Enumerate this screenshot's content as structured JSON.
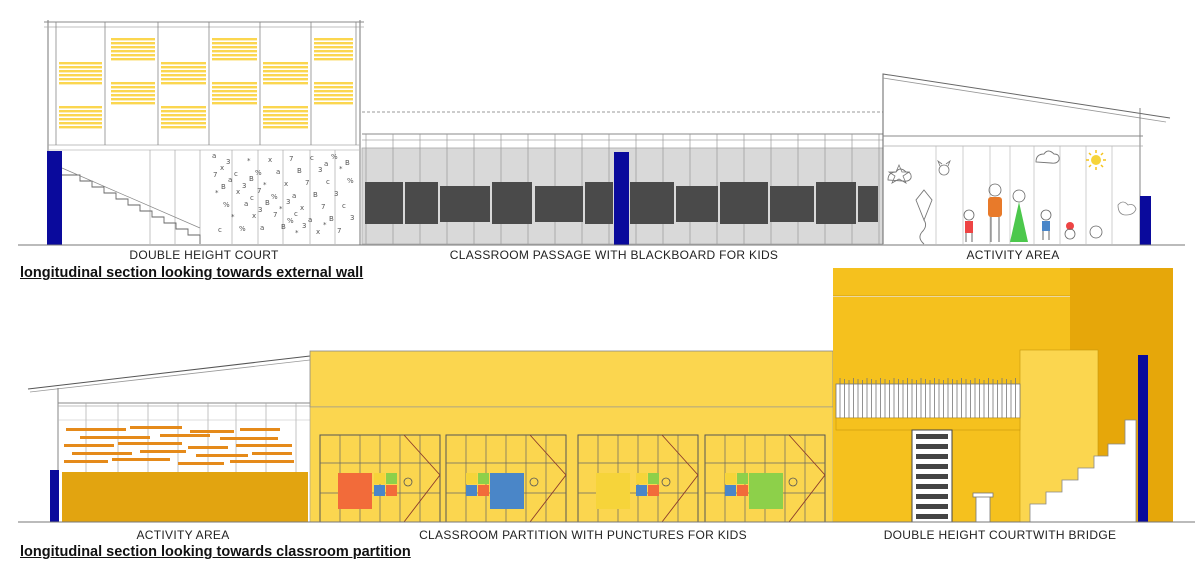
{
  "section1": {
    "title": "longitudinal section looking towards external wall",
    "labels": {
      "court": "DOUBLE HEIGHT COURT",
      "passage": "CLASSROOM PASSAGE WITH BLACKBOARD FOR KIDS",
      "activity": "ACTIVITY AREA"
    }
  },
  "section2": {
    "title": "longitudinal section looking towards classroom partition",
    "labels": {
      "activity": "ACTIVITY AREA",
      "partition": "CLASSROOM PARTITION WITH PUNCTURES FOR KIDS",
      "court": "DOUBLE HEIGHT COURTWITH BRIDGE"
    }
  },
  "colors": {
    "column_blue": "#0a0a9c",
    "blackboard": "#4a4a4a",
    "passage_gray": "#d9d9d9",
    "yellow_light": "#fbd64f",
    "yellow_mid": "#f5c11e",
    "yellow_dark": "#e6a70a",
    "ochre": "#e2a410",
    "orange_bars": "#e58a1a",
    "puncture_orange": "#f26b3a",
    "puncture_blue": "#4a86c8",
    "puncture_green": "#8dd04a",
    "puncture_yellow": "#f6d43a"
  }
}
